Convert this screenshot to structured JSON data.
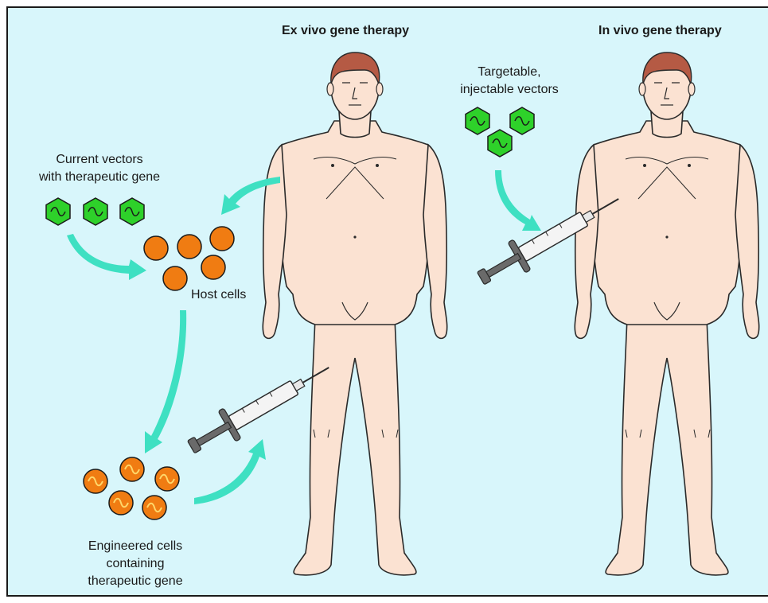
{
  "titles": {
    "ex_vivo": "Ex vivo gene therapy",
    "in_vivo": "In vivo gene therapy"
  },
  "labels": {
    "current_vectors_line1": "Current vectors",
    "current_vectors_line2": "with therapeutic gene",
    "host_cells": "Host cells",
    "engineered_line1": "Engineered cells",
    "engineered_line2": "containing",
    "engineered_line3": "therapeutic gene",
    "targetable_line1": "Targetable,",
    "targetable_line2": "injectable vectors"
  },
  "colors": {
    "background": "#d8f6fb",
    "arrow": "#3ee0c2",
    "vector_green": "#2ed12a",
    "cell_orange": "#f07c12",
    "skin": "#fbe2d2",
    "hair": "#b55a44",
    "outline": "#2a2a2a"
  },
  "icons": {
    "vector": "hexagon-gene-icon",
    "cell": "cell-icon",
    "syringe": "syringe-icon",
    "arrow": "curved-arrow-icon"
  }
}
